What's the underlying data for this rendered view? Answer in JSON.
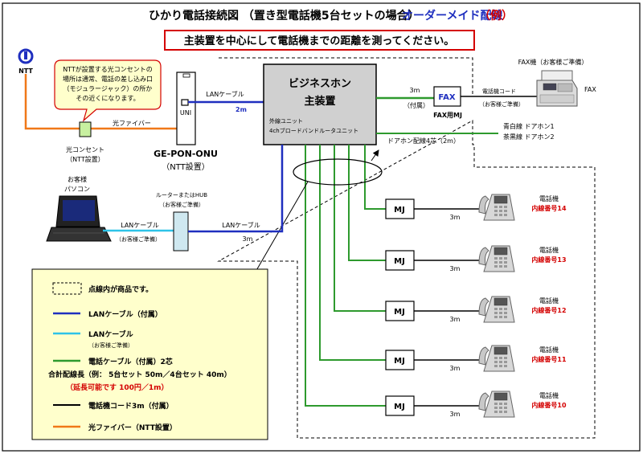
{
  "title": {
    "main": "ひかり電話接続図 （置き型電話機5台セットの場合）",
    "sub": "オーダーメイド配線",
    "paren": "（例）",
    "colors": {
      "main": "#000000",
      "sub": "#1f2fbf",
      "paren": "#d40000"
    }
  },
  "banner": "主装置を中心にして電話機までの距離を測ってください。",
  "ntt": {
    "logo_label": "NTT"
  },
  "callout": {
    "lines": [
      "NTTが設置する光コンセントの",
      "場所は通常、電話の差し込み口",
      "（モジュラージャック）の所か",
      "その近くになります。"
    ]
  },
  "optical_outlet": {
    "line1": "光コンセント",
    "line2": "（NTT設置）"
  },
  "fiber_label": "光ファイバー",
  "onu": {
    "port": "UNI",
    "name": "GE-PON-ONU",
    "owner": "（NTT設置）"
  },
  "lan_top": {
    "label": "LANケーブル",
    "length": "2m"
  },
  "main_unit": {
    "line1": "ビジネスホン",
    "line2": "主装置",
    "sub1": "外線ユニット",
    "sub2": "4chブロードバンドルータユニット"
  },
  "fax": {
    "box_label": "FAX",
    "mj_label": "FAX用MJ",
    "length": "3m",
    "attached": "（付属）",
    "cord_label": "電話機コード",
    "cord_owner": "（お客様ご準備）",
    "machine_label": "FAX機（お客様ご準備）",
    "side_label": "FAX"
  },
  "doorphone": {
    "wire_label": "ドアホン配線4芯（2m）",
    "line1": "青白線  ドアホン1",
    "line2": "茶黒線  ドアホン2"
  },
  "pc": {
    "line1": "お客様",
    "line2": "パソコン"
  },
  "lan_pc": {
    "label": "LANケーブル",
    "owner": "（お客様ご準備）"
  },
  "router": {
    "line1": "ルーターまたはHUB",
    "line2": "（お客様ご準備）"
  },
  "lan_router": {
    "label": "LANケーブル",
    "length": "3m"
  },
  "phones": [
    {
      "mj": "MJ",
      "length": "3m",
      "name": "電話機",
      "ext": "内線番号14"
    },
    {
      "mj": "MJ",
      "length": "3m",
      "name": "電話機",
      "ext": "内線番号13"
    },
    {
      "mj": "MJ",
      "length": "3m",
      "name": "電話機",
      "ext": "内線番号12"
    },
    {
      "mj": "MJ",
      "length": "3m",
      "name": "電話機",
      "ext": "内線番号11"
    },
    {
      "mj": "MJ",
      "length": "3m",
      "name": "電話機",
      "ext": "内線番号10"
    }
  ],
  "legend": {
    "dotted": "点線内が商品です。",
    "lan_attached": "LANケーブル（付属）",
    "lan_customer": "LANケーブル",
    "lan_customer_owner": "（お客様ご準備）",
    "phone_cable": "電話ケーブル（付属）2芯",
    "total_length": "合計配線長（例：  5台セット 50m／4台セット 40m）",
    "extension": "（延長可能です  100円／1m）",
    "cord": "電話機コード3m（付属）",
    "fiber": "光ファイバー（NTT設置）"
  },
  "colors": {
    "lan": "#1f2fbf",
    "lan_customer": "#2ec3e8",
    "phone_cable": "#2e9a2e",
    "cord": "#000000",
    "fiber": "#f07818",
    "red": "#d40000",
    "legend_bg": "#ffffcc",
    "banner_border": "#d40000",
    "main_unit_bg": "#d0d0d0"
  }
}
